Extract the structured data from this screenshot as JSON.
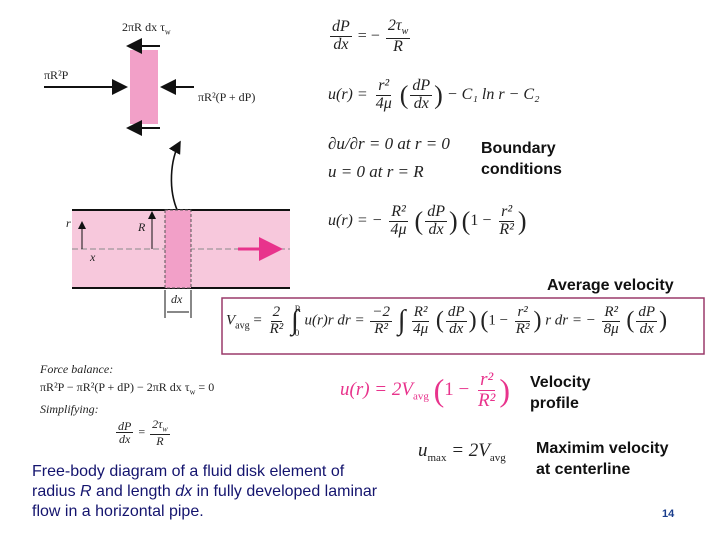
{
  "diagram": {
    "shear_force": "2πR dx τ",
    "shear_sub": "w",
    "pressure_left": "πR²P",
    "pressure_right": "πR²(P + dP)",
    "axis_r": "r",
    "axis_R": "R",
    "axis_x": "x",
    "width_dx": "dx",
    "pipe_color": "#f7c8dc",
    "element_color": "#f2a0c8",
    "arrow_color": "#e8338c"
  },
  "equations": {
    "momentum": {
      "lhs_num": "dP",
      "lhs_den": "dx",
      "eq": "= −",
      "rhs_num": "2τ",
      "rhs_sub": "w",
      "rhs_den": "R"
    },
    "general": {
      "lhs": "u(r) =",
      "c_num": "r²",
      "c_den": "4μ",
      "d_num": "dP",
      "d_den": "dx",
      "tail": "− C₁ ln r − C₂"
    },
    "bc1": "∂u/∂r = 0  at  r = 0",
    "bc2": "u = 0  at  r = R",
    "solution": {
      "lhs": "u(r) = −",
      "c_num": "R²",
      "c_den": "4μ",
      "d_num": "dP",
      "d_den": "dx",
      "f_num": "r²",
      "f_den": "R²",
      "one": "1 −"
    },
    "average": {
      "lhs": "V",
      "lhs_sub": "avg",
      "eq": "=",
      "a_num": "2",
      "a_den": "R²",
      "int_up": "R",
      "int_low": "0",
      "a_body": "u(r)r dr =",
      "b_num": "−2",
      "b_den": "R²",
      "b_c_num": "R²",
      "b_c_den": "4μ",
      "b_d_num": "dP",
      "b_d_den": "dx",
      "b_f_num": "r²",
      "b_f_den": "R²",
      "b_tail": "r dr = −",
      "c_num": "R²",
      "c_den": "8μ",
      "c_d_num": "dP",
      "c_d_den": "dx"
    },
    "profile": {
      "lhs": "u(r) = 2V",
      "sub": "avg",
      "one": "1 −",
      "f_num": "r²",
      "f_den": "R²"
    },
    "umax": {
      "lhs": "u",
      "lhs_sub": "max",
      "eq": "= 2V",
      "sub": "avg"
    },
    "force_balance": {
      "title": "Force balance:",
      "line": "πR²P − πR²(P + dP) − 2πR dx τ",
      "line_sub": "w",
      "line_end": "= 0",
      "simplify": "Simplifying:",
      "s_num": "dP",
      "s_den": "dx",
      "s_eq": "=",
      "s_rnum": "2τ",
      "s_rsub": "w",
      "s_rden": "R"
    }
  },
  "labels": {
    "boundary_1": "Boundary",
    "boundary_2": "conditions",
    "average_velocity": "Average velocity",
    "velocity_1": "Velocity",
    "velocity_2": "profile",
    "maximum_1": "Maximim velocity",
    "maximum_2": "at centerline"
  },
  "caption": {
    "part1": "Free-body diagram of a fluid disk element of radius ",
    "R": "R",
    "part2": " and length ",
    "dx": "dx",
    "part3": " in fully developed laminar flow in a horizontal pipe."
  },
  "page_number": "14",
  "box_color": "#9a3a6a"
}
